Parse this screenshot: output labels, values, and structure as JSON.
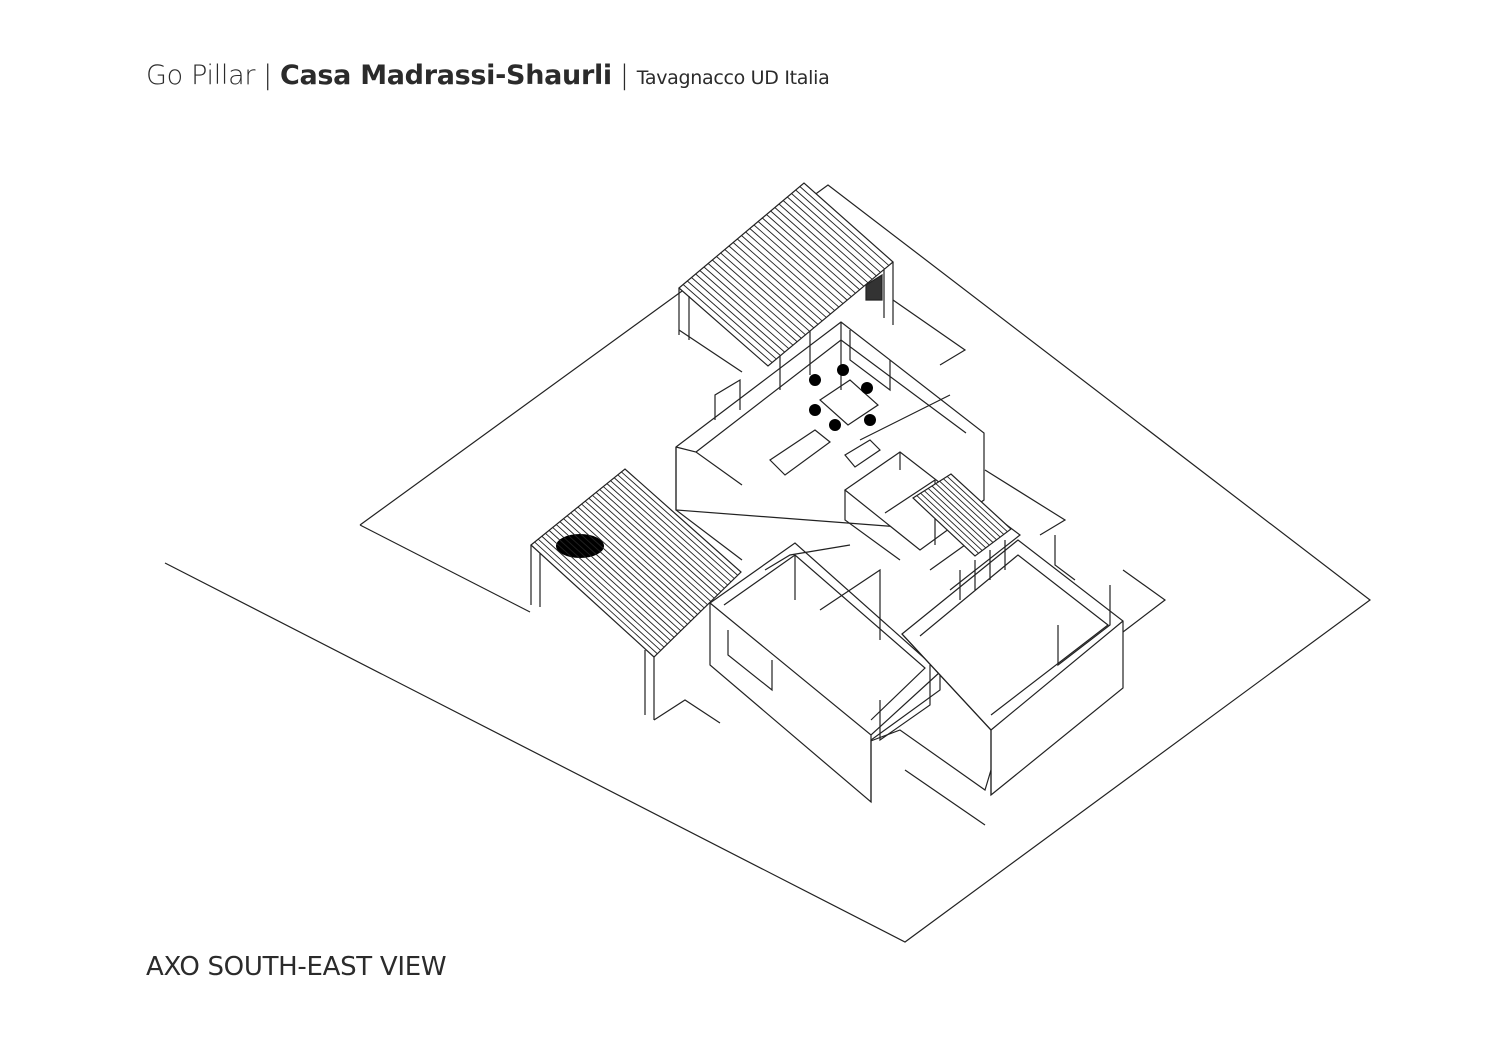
{
  "header": {
    "brand": "Go Pillar",
    "separator": "|",
    "project": "Casa Madrassi-Shaurli",
    "location": "Tavagnacco UD Italia"
  },
  "drawing": {
    "view_label": "AXO SOUTH-EAST VIEW"
  }
}
